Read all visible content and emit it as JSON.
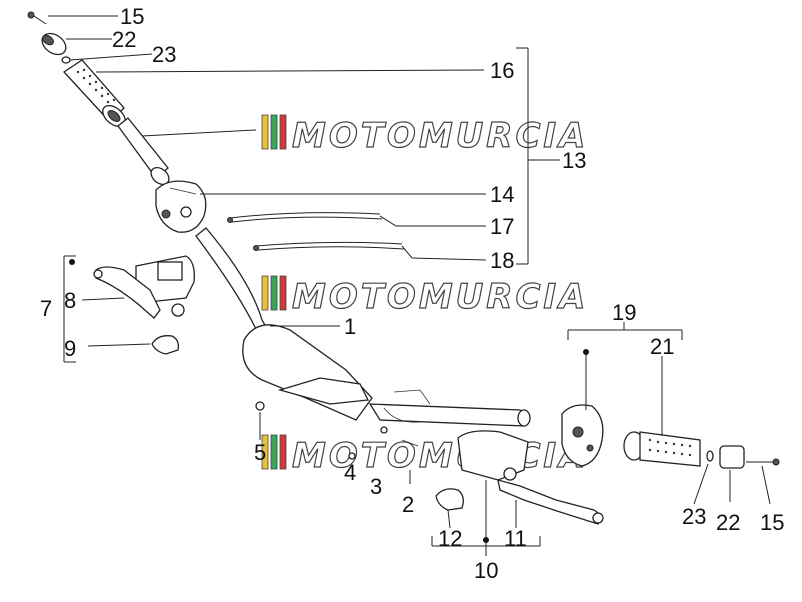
{
  "watermark": "MOTOMURCIA",
  "callouts": {
    "n15_top": "15",
    "n22_top": "22",
    "n23_top": "23",
    "n16": "16",
    "n13": "13",
    "n14": "14",
    "n17": "17",
    "n18": "18",
    "n7": "7",
    "n8": "8",
    "n9": "9",
    "n1": "1",
    "n19": "19",
    "n21": "21",
    "n5": "5",
    "n4": "4",
    "n3": "3",
    "n2": "2",
    "n12": "12",
    "n11": "11",
    "n10": "10",
    "n23_bot": "23",
    "n22_bot": "22",
    "n15_bot": "15"
  },
  "colors": {
    "stripe1": "#e8c23a",
    "stripe2": "#3aa655",
    "stripe3": "#d23a3a",
    "ink": "#222222"
  }
}
